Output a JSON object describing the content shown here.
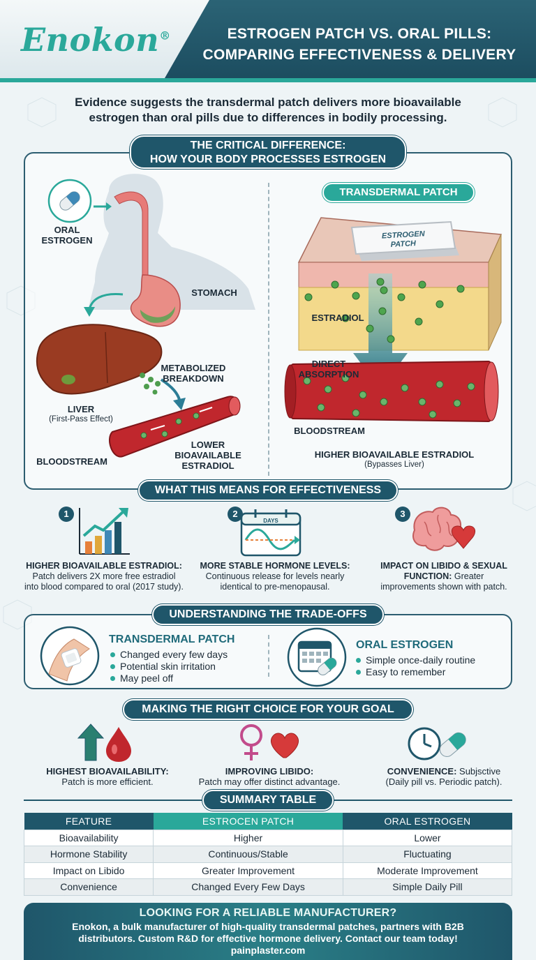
{
  "header": {
    "logo": "Enokon",
    "logo_mark": "®",
    "title_line1": "ESTROGEN PATCH VS. ORAL PILLS:",
    "title_line2": "COMPARING EFFECTIVENESS & DELIVERY"
  },
  "intro": "Evidence suggests the transdermal patch delivers more bioavailable estrogen than oral pills due to differences in bodily processing.",
  "critical": {
    "title_line1": "THE CRITICAL DIFFERENCE:",
    "title_line2": "HOW YOUR BODY PROCESSES ESTROGEN",
    "oral": {
      "label_line1": "ORAL",
      "label_line2": "ESTROGEN",
      "stomach": "STOMACH",
      "metabolized_line1": "METABOLIZED",
      "metabolized_line2": "BREAKDOWN",
      "liver": "LIVER",
      "liver_note": "(First-Pass Effect)",
      "bloodstream": "BLOODSTREAM",
      "lower_line1": "LOWER",
      "lower_line2": "BIOAVAILABLE",
      "lower_line3": "ESTRADIOL"
    },
    "patch": {
      "tag": "TRANSDERMAL PATCH",
      "patch_text_line1": "ESTROGEN",
      "patch_text_line2": "PATCH",
      "estradiol": "ESTRADIOL",
      "direct_line1": "DIRECT",
      "direct_line2": "ABSORPTION",
      "bloodstream": "BLOODSTREAM",
      "higher": "HIGHER BIOAVAILABLE ESTRADIOL",
      "bypass": "(Bypasses Liver)"
    }
  },
  "effectiveness": {
    "title": "WHAT THIS MEANS FOR EFFECTIVENESS",
    "items": [
      {
        "num": "1",
        "title": "HIGHER BIOAVAILABLE ESTRADIOL:",
        "body_line1": "Patch delivers 2X more free estradiol",
        "body_line2": "into blood compared to oral (2017 study)."
      },
      {
        "num": "2",
        "calendar": "DAYS",
        "title": "MORE STABLE HORMONE LEVELS:",
        "body_line1": "Continuous release for levels nearly",
        "body_line2": "identical to pre-menopausal."
      },
      {
        "num": "3",
        "title_line1": "IMPACT ON LIBIDO & SEXUAL",
        "title_line2": "FUNCTION:",
        "title_rest": " Greater",
        "body_line2": "improvements shown with patch."
      }
    ]
  },
  "tradeoffs": {
    "title": "UNDERSTANDING THE TRADE-OFFS",
    "patch": {
      "heading": "TRANSDERMAL PATCH",
      "items": [
        "Changed every few days",
        "Potential skin irritation",
        "May peel off"
      ]
    },
    "oral": {
      "heading": "ORAL ESTROGEN",
      "items": [
        "Simple once-daily routine",
        "Easy to remember"
      ]
    }
  },
  "choice": {
    "title": "MAKING THE RIGHT CHOICE FOR YOUR GOAL",
    "items": [
      {
        "title": "HIGHEST BIOAVAILABILITY:",
        "body": "Patch is more efficient."
      },
      {
        "title": "IMPROVING LIBIDO:",
        "body": "Patch may offer distinct advantage."
      },
      {
        "title": "CONVENIENCE:",
        "title_rest": " Subjsctive",
        "body": "(Daily pill vs. Periodic patch)."
      }
    ]
  },
  "summary": {
    "title": "SUMMARY TABLE",
    "headers": [
      "FEATURE",
      "ESTROCEN PATCH",
      "ORAL ESTROGEN"
    ],
    "rows": [
      [
        "Bioavailability",
        "Higher",
        "Lower"
      ],
      [
        "Hormone Stability",
        "Continuous/Stable",
        "Fluctuating"
      ],
      [
        "Impact on Libido",
        "Greater Improvement",
        "Moderate Improvement"
      ],
      [
        "Convenience",
        "Changed Every Few Days",
        "Simple Daily Pill"
      ]
    ]
  },
  "cta": {
    "title": "LOOKING FOR A RELIABLE MANUFACTURER?",
    "line1": "Enokon, a bulk manufacturer of high-quality transdermal patches, partners with B2B",
    "line2": "distributors. Custom R&D for effective hormone delivery. Contact our team today!",
    "line3": "painplaster.com"
  },
  "colors": {
    "teal": "#2aa89a",
    "navy": "#1f566a",
    "blood": "#b3282d",
    "liver": "#9a3b22"
  }
}
